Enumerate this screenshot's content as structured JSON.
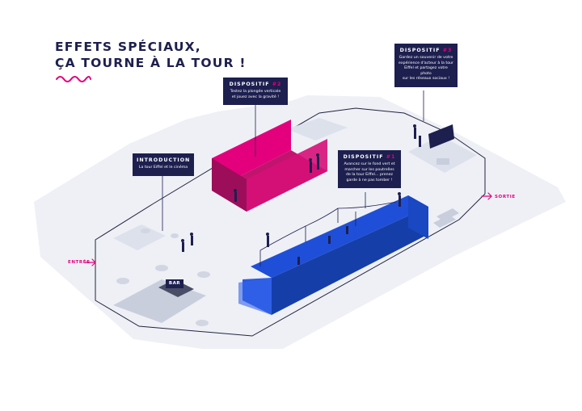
{
  "title": {
    "line1": "EFFETS SPÉCIAUX,",
    "line2": "ÇA TOURNE À LA TOUR !"
  },
  "callouts": {
    "intro": {
      "heading": "INTRODUCTION",
      "body": [
        "La tour Eiffel et le cinéma"
      ]
    },
    "d2": {
      "heading": "DISPOSITIF ",
      "number": "#2",
      "body": [
        "Testez la plongée verticale",
        "et jouez avec la gravité !"
      ]
    },
    "d1": {
      "heading": "DISPOSITIF ",
      "number": "#1",
      "body": [
        "Avancez sur le fond vert et",
        "marcher sur les poutrelles",
        "de la tour Eiffel… prenez",
        "garde à ne pas tomber !"
      ]
    },
    "d3": {
      "heading": "DISPOSITIF ",
      "number": "#3",
      "body": [
        "Gardez un souvenir de votre",
        "expérience d'acteur à la tour",
        "Eiffel et partagez votre photo",
        "sur les réseaux sociaux !"
      ]
    }
  },
  "labels": {
    "bar": "BAR",
    "entree": "ENTRÉE",
    "sortie": "SORTIE"
  },
  "colors": {
    "navy": "#1d1f4f",
    "magenta": "#e4007c",
    "blue": "#1f4fd8",
    "floor": "#eef0f6"
  }
}
